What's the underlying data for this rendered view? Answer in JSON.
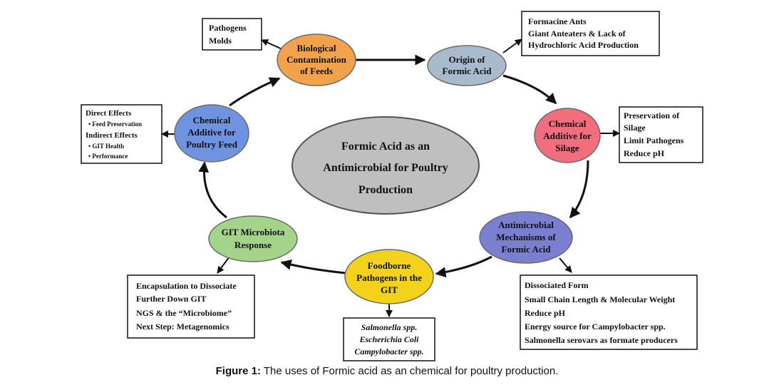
{
  "center": {
    "lines": [
      "Formic Acid as an",
      "Antimicrobial for Poultry",
      "Production"
    ]
  },
  "nodes": [
    {
      "id": "biological-contamination",
      "lines": [
        "Biological",
        "Contamination",
        "of Feeds"
      ],
      "color": "#f2a24b"
    },
    {
      "id": "origin",
      "lines": [
        "Origin  of",
        "Formic Acid"
      ],
      "color": "#a9bacd"
    },
    {
      "id": "chemical-additive-silage",
      "lines": [
        "Chemical",
        "Additive  for",
        "Silage"
      ],
      "color": "#f26d7d"
    },
    {
      "id": "antimicrobial-mechanisms",
      "lines": [
        "Antimicrobial",
        "Mechanisms  of",
        "Formic Acid"
      ],
      "color": "#7b7fd0"
    },
    {
      "id": "foodborne-pathogens",
      "lines": [
        "Foodborne",
        "Pathogens in the",
        "GIT"
      ],
      "color": "#f2d21b"
    },
    {
      "id": "git-microbiota",
      "lines": [
        "GIT Microbiota",
        "Response"
      ],
      "color": "#a3d48a"
    },
    {
      "id": "chemical-additive-poultry",
      "lines": [
        "Chemical",
        "Additive  for",
        "Poultry Feed"
      ],
      "color": "#6f93e0"
    }
  ],
  "boxes": [
    {
      "id": "pathogens-molds",
      "lines": [
        "Pathogens",
        "Molds"
      ]
    },
    {
      "id": "formacine-ants",
      "lines": [
        "Formacine Ants",
        "Giant Anteaters & Lack of",
        "Hydrochloric Acid Production"
      ]
    },
    {
      "id": "preservation-silage",
      "lines": [
        "Preservation of",
        "Silage",
        "Limit Pathogens",
        "Reduce pH"
      ]
    },
    {
      "id": "direct-indirect-effects",
      "lines": [
        "Direct Effects",
        "• Feed Preservation",
        "Indirect Effects",
        "• GIT Health",
        "• Performance"
      ]
    },
    {
      "id": "encapsulation",
      "lines": [
        "Encapsulation to Dissociate",
        "Further Down GIT",
        "NGS & the “Microbiome”",
        "Next Step: Metagenomics"
      ]
    },
    {
      "id": "pathogen-species",
      "lines": [
        "Salmonella spp.",
        "Escherichia Coli",
        "Campylobacter spp."
      ]
    },
    {
      "id": "dissociated-form",
      "lines": [
        "Dissociated Form",
        "Small Chain Length & Molecular Weight",
        "Reduce pH",
        "Energy source for Campylobacter spp.",
        "Salmonella serovars as formate producers"
      ]
    }
  ],
  "caption": {
    "label": "Figure 1:",
    "text": " The uses of Formic acid as an chemical for poultry production."
  }
}
